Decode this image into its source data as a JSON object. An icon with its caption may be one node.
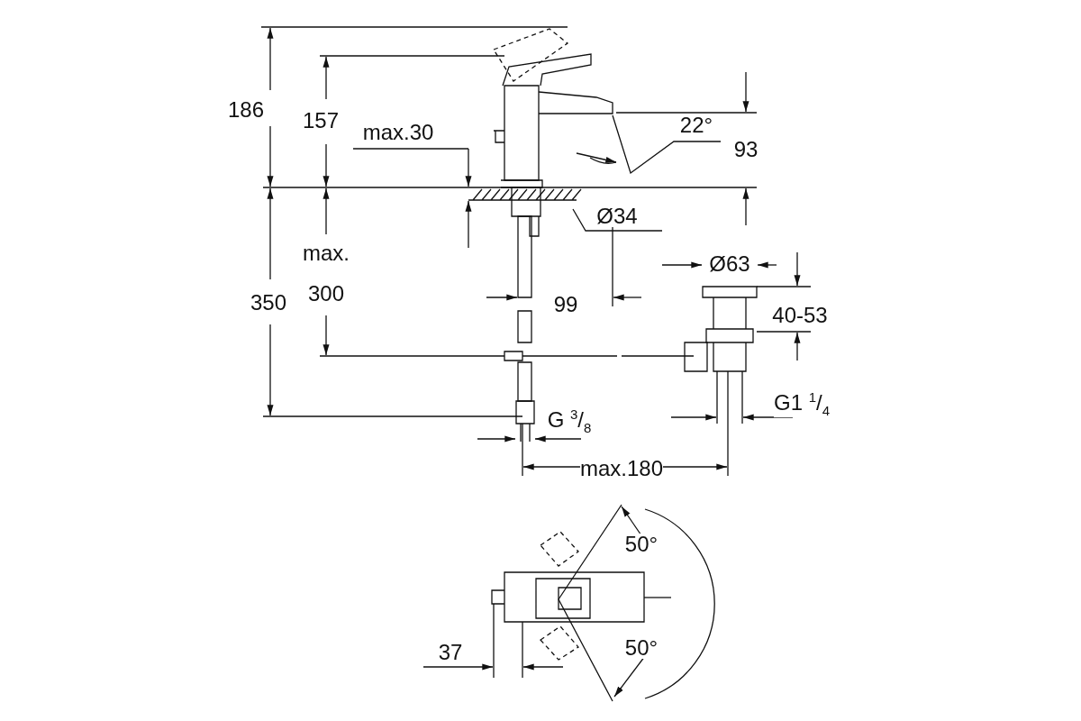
{
  "diagram": {
    "labels": [
      "186",
      "157",
      "max.30",
      "22°",
      "93",
      "Ø34",
      "max.",
      "350",
      "300",
      "Ø63",
      "99",
      "40-53",
      "G1 $^{1}$/$_{4}$",
      "G $^{3}$/$_{8}$",
      "max.180",
      "50°",
      "50°",
      "37"
    ]
  }
}
